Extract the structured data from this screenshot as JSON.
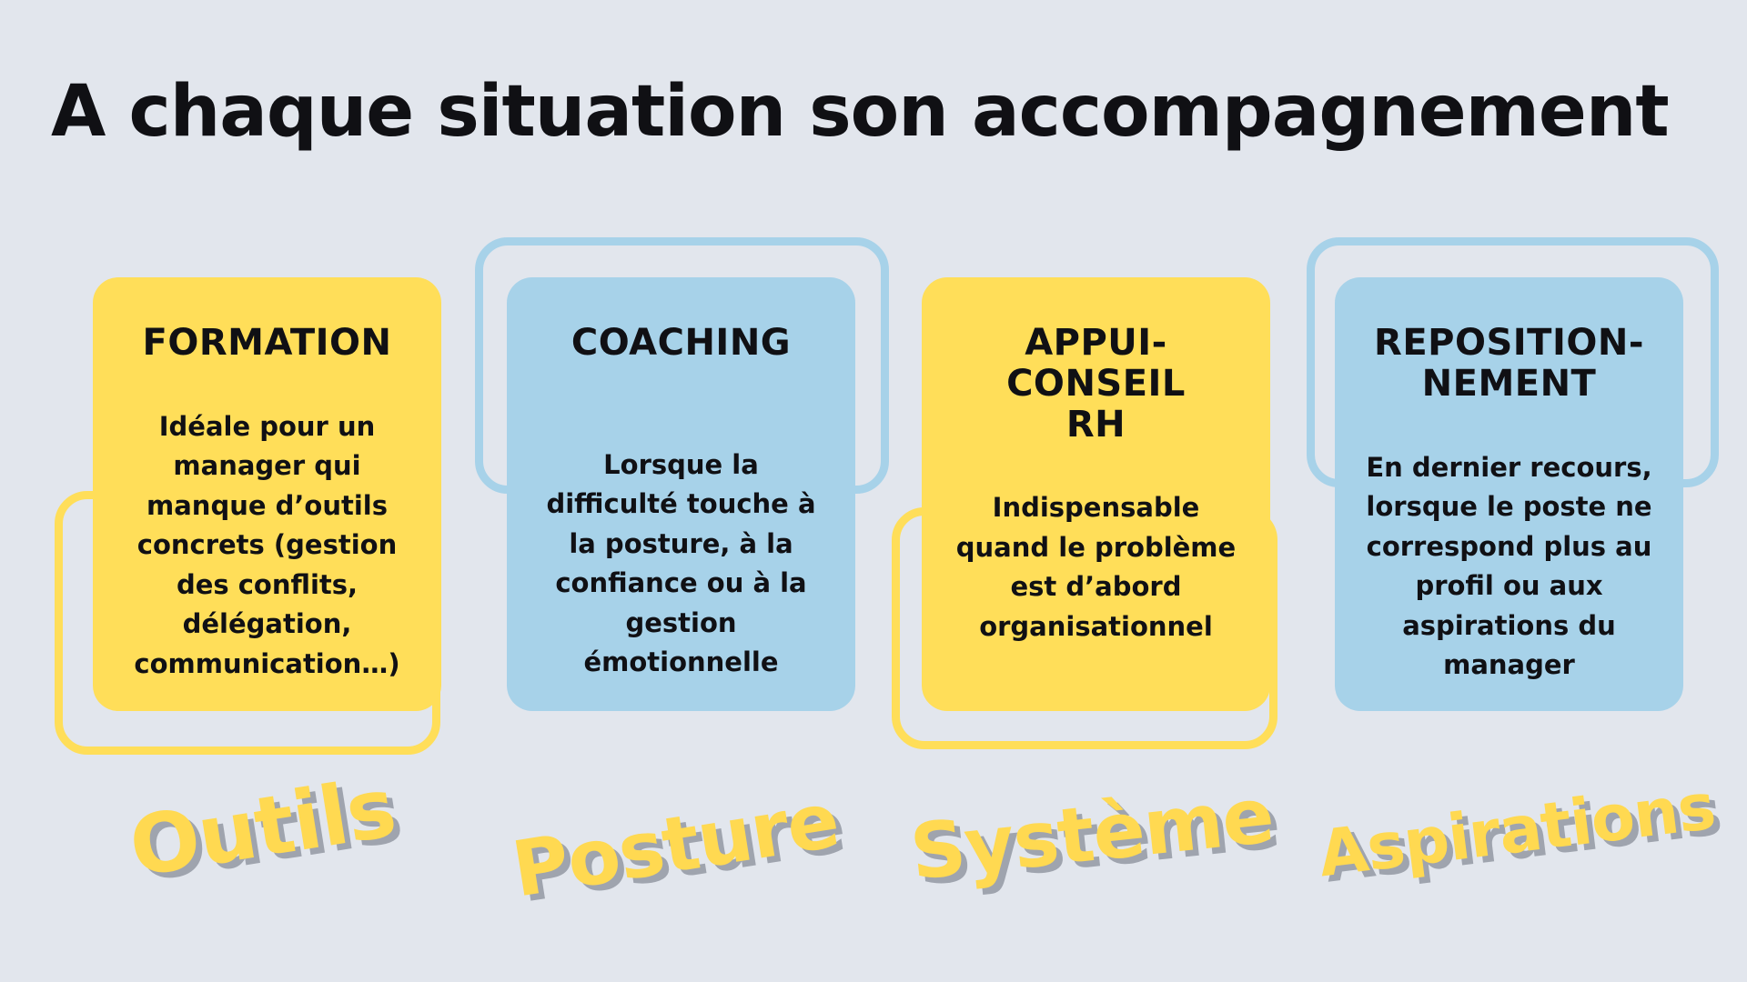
{
  "title": "A chaque situation son accompagnement",
  "colors": {
    "background": "#e2e6ed",
    "yellow": "#ffde59",
    "blue": "#a7d2e9",
    "text": "#101014",
    "keyword": "#ffd951",
    "keyword_shadow": "#9fa4ae"
  },
  "cards": [
    {
      "heading": "FORMATION",
      "body": "Idéale pour un manager qui manque d’outils concrets (gestion des conflits, délégation, communication…)",
      "color": "yellow",
      "keyword": "Outils"
    },
    {
      "heading": "COACHING",
      "body": "Lorsque la difficulté touche à la posture, à la confiance ou à la gestion émotionnelle",
      "color": "blue",
      "keyword": "Posture"
    },
    {
      "heading": "APPUI-CONSEIL\nRH",
      "body": "Indispensable quand le problème est d’abord organisationnel",
      "color": "yellow",
      "keyword": "Système"
    },
    {
      "heading": "REPOSITION-\nNEMENT",
      "body": "En dernier recours, lorsque le poste ne correspond plus au profil ou aux aspirations du manager",
      "color": "blue",
      "keyword": "Aspirations"
    }
  ]
}
